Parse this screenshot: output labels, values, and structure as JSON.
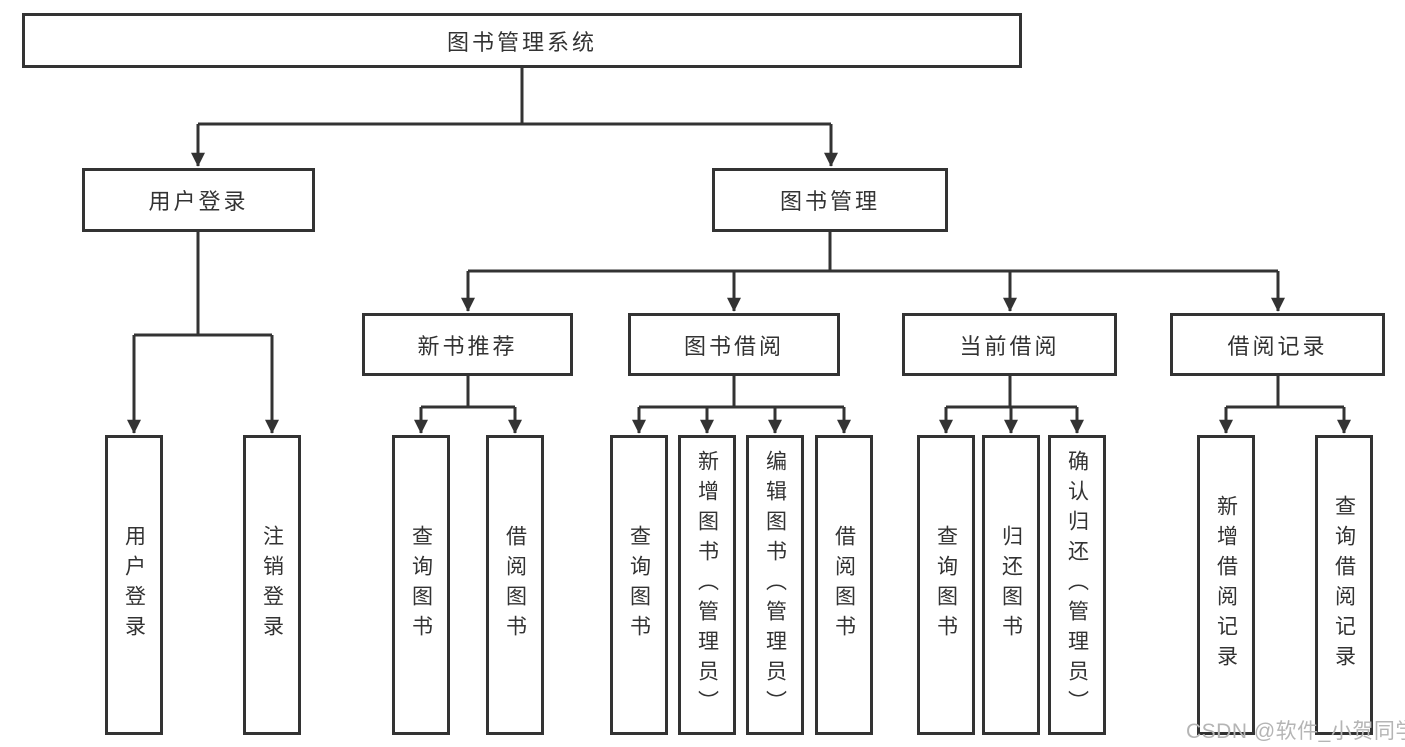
{
  "diagram": {
    "type": "hierarchy-tree",
    "title": "图书管理系统",
    "colors": {
      "background": "#ffffff",
      "line": "#333333",
      "box_border": "#333333",
      "box_fill": "#ffffff",
      "text": "#333333",
      "watermark": "#b5b5b5"
    },
    "nodes": {
      "root": "图书管理系统",
      "user_login": "用户登录",
      "book_mgmt": "图书管理",
      "new_books": "新书推荐",
      "book_borrow": "图书借阅",
      "current_borrow": "当前借阅",
      "borrow_records": "借阅记录",
      "ul_login": "用户登录",
      "ul_logout": "注销登录",
      "nb_query": "查询图书",
      "nb_borrow": "借阅图书",
      "bb_query": "查询图书",
      "bb_add": "新增图书（管理员）",
      "bb_edit": "编辑图书（管理员）",
      "bb_borrow": "借阅图书",
      "cb_query": "查询图书",
      "cb_return": "归还图书",
      "cb_confirm": "确认归还（管理员）",
      "br_add": "新增借阅记录",
      "br_query": "查询借阅记录"
    },
    "tree": {
      "root": [
        "user_login",
        "book_mgmt"
      ],
      "user_login": [
        "ul_login",
        "ul_logout"
      ],
      "book_mgmt": [
        "new_books",
        "book_borrow",
        "current_borrow",
        "borrow_records"
      ],
      "new_books": [
        "nb_query",
        "nb_borrow"
      ],
      "book_borrow": [
        "bb_query",
        "bb_add",
        "bb_edit",
        "bb_borrow"
      ],
      "current_borrow": [
        "cb_query",
        "cb_return",
        "cb_confirm"
      ],
      "borrow_records": [
        "br_add",
        "br_query"
      ]
    }
  },
  "watermark": "CSDN @软件_小贺同学"
}
